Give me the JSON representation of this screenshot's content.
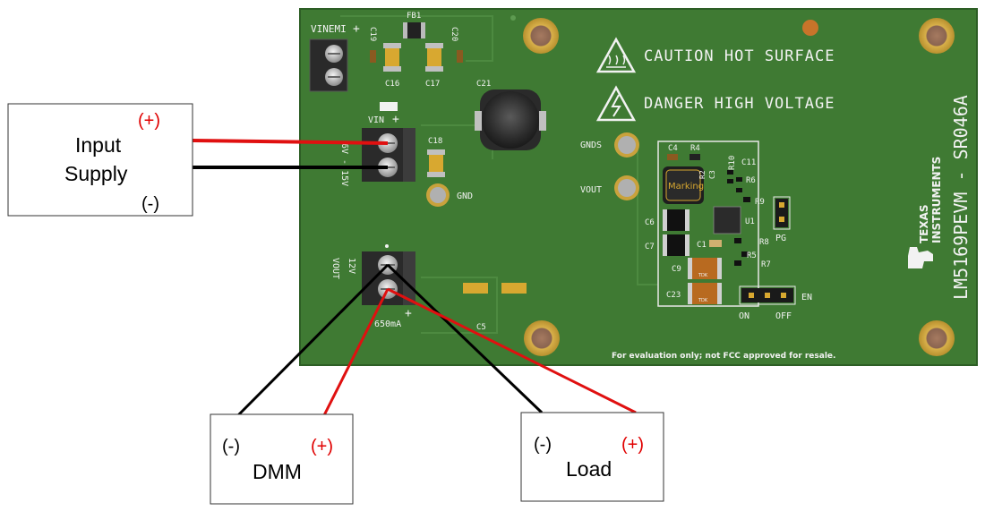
{
  "input_supply": {
    "label_line1": "Input",
    "label_line2": "Supply",
    "plus": "(+)",
    "minus": "(-)"
  },
  "dmm": {
    "label": "DMM",
    "minus": "(-)",
    "plus": "(+)"
  },
  "load": {
    "label": "Load",
    "minus": "(-)",
    "plus": "(+)"
  },
  "board": {
    "caution": "CAUTION HOT SURFACE",
    "danger": "DANGER HIGH VOLTAGE",
    "part_number": "LM5169PEVM - SR046A",
    "ti_line1": "TEXAS",
    "ti_line2": "INSTRUMENTS",
    "footer": "For evaluation only; not FCC approved for resale.",
    "vinemi": "VINEMI",
    "plus_sign": "+",
    "vin": "VIN",
    "vin_range": "6V - 15V",
    "vout_side": "VOUT",
    "vout_voltage": "12V",
    "current": "650mA",
    "gnd": "GND",
    "gnds": "GNDS",
    "vout": "VOUT",
    "pg": "PG",
    "en": "EN",
    "on": "ON",
    "off": "OFF",
    "marking": "Marking",
    "tdk": "TDK",
    "designators": {
      "fb1": "FB1",
      "c19": "C19",
      "c20": "C20",
      "c16": "C16",
      "c17": "C17",
      "c21": "C21",
      "c18": "C18",
      "c5": "C5",
      "c4": "C4",
      "r4": "R4",
      "r10": "R10",
      "c11": "C11",
      "r2": "R2",
      "c3": "C3",
      "r6": "R6",
      "r9": "R9",
      "c6": "C6",
      "c7": "C7",
      "u1": "U1",
      "c1": "C1",
      "r8": "R8",
      "r5": "R5",
      "r7": "R7",
      "c9": "C9",
      "c23": "C23"
    }
  },
  "colors": {
    "board": "#3f7a33",
    "wire_positive": "#e01010",
    "wire_negative": "#000000",
    "silkscreen": "#f2f2f2",
    "pad_gold": "#c9a23c"
  }
}
